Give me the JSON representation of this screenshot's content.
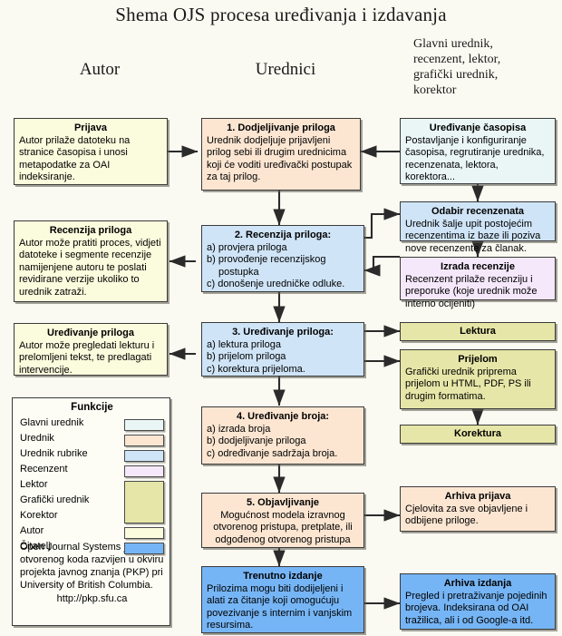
{
  "title": "Shema OJS procesa uređivanja i izdavanja",
  "columns": {
    "left": "Autor",
    "center": "Urednici",
    "right": "Glavni urednik,\nrecenzent, lektor,\ngrafički urednik,\nkorektor"
  },
  "colors": {
    "background": "#fbfaf2",
    "author": "#fbfbdd",
    "editor": "#fce6d2",
    "section_editor": "#cfe4f7",
    "reviewer": "#f5e8fb",
    "layout_team": "#e6e6a8",
    "reader": "#76b5f5",
    "chief_editor": "#eaf6f6",
    "border": "#3a3a3a"
  },
  "boxes": {
    "prijava": {
      "title": "Prijava",
      "body": "Autor prilaže datoteku na stranice časopisa i unosi metapodatke za OAI indeksiranje.",
      "role": "author"
    },
    "recenzija_priloga_autor": {
      "title": "Recenzija priloga",
      "body": "Autor može pratiti proces, vidjeti datoteke i segmente recenzije namijenjene autoru te poslati revidirane verzije ukoliko to urednik zatraži.",
      "role": "author"
    },
    "uredivanje_priloga_autor": {
      "title": "Uređivanje priloga",
      "body": "Autor može pregledati lekturu i prelomljeni tekst, te predlagati intervencije.",
      "role": "author"
    },
    "step1": {
      "title": "1. Dodjeljivanje priloga",
      "body": "Urednik dodjeljuje prijavljeni prilog sebi ili drugim urednicima koji će voditi uređivački postupak za taj prilog.",
      "role": "editor"
    },
    "step2": {
      "title": "2. Recenzija priloga:",
      "items": [
        "a) provjera priloga",
        "b) provođenje recenzijskog     postupka",
        "c) donošenje uredničke odluke."
      ],
      "role": "section_editor"
    },
    "step3": {
      "title": "3. Uređivanje priloga:",
      "items": [
        "a) lektura priloga",
        "b) prijelom priloga",
        "c) korektura prijeloma."
      ],
      "role": "section_editor"
    },
    "step4": {
      "title": "4. Uređivanje broja:",
      "items": [
        "a) izrada broja",
        "b) dodjeljivanje priloga",
        "c) određivanje sadržaja broja."
      ],
      "role": "editor"
    },
    "step5": {
      "title": "5. Objavljivanje",
      "body": "Mogućnost modela izravnog otvorenog pristupa, pretplate, ili odgođenog otvorenog pristupa",
      "role": "editor"
    },
    "trenutno_izdanje": {
      "title": "Trenutno izdanje",
      "body": "Prilozima mogu biti dodijeljeni i alati za čitanje koji omogućuju povezivanje s internim i vanjskim resursima.",
      "role": "reader"
    },
    "uredivanje_casopisa": {
      "title": "Uređivanje časopisa",
      "body": "Postavljanje i konfiguriranje časopisa, regrutiranje urednika, recenzenata, lektora, korektora...",
      "role": "chief_editor"
    },
    "odabir_recenzenata": {
      "title": "Odabir recenzenata",
      "body": "Urednik šalje upit postojećim recenzentima iz baze ili poziva nove recenzente za članak.",
      "role": "section_editor"
    },
    "izrada_recenzije": {
      "title": "Izrada recenzije",
      "body": "Recenzent prilaže recenziju i preporuke (koje urednik može interno ocijeniti)",
      "role": "reviewer"
    },
    "lektura": {
      "title": "Lektura",
      "role": "layout_team"
    },
    "prijelom": {
      "title": "Prijelom",
      "body": "Grafički urednik priprema prijelom u HTML, PDF, PS ili drugim formatima.",
      "role": "layout_team"
    },
    "korektura": {
      "title": "Korektura",
      "role": "layout_team"
    },
    "arhiva_prijava": {
      "title": "Arhiva prijava",
      "body": "Cjelovita za sve objavljene i odbijene priloge.",
      "role": "editor"
    },
    "arhiva_izdanja": {
      "title": "Arhiva izdanja",
      "body": "Pregled i pretraživanje pojedinih brojeva. Indeksirana od OAI tražilica, ali i od Google-a itd.",
      "role": "reader"
    }
  },
  "legend": {
    "title": "Funkcije",
    "rows": [
      {
        "label": "Glavni urednik",
        "color": "#eaf6f6"
      },
      {
        "label": "Urednik",
        "color": "#fce6d2"
      },
      {
        "label": "Urednik rubrike",
        "color": "#cfe4f7"
      },
      {
        "label": "Recenzent",
        "color": "#f5e8fb"
      },
      {
        "label": "Lektor",
        "color": "#e6e6a8"
      },
      {
        "label": "Grafički urednik",
        "color": "#e6e6a8"
      },
      {
        "label": "Korektor",
        "color": "#e6e6a8"
      },
      {
        "label": "Autor",
        "color": "#fbfbdd"
      },
      {
        "label": "Čitatelj",
        "color": "#76b5f5"
      }
    ],
    "note": "Open Journal Systems je sustav otvorenog koda razvijen u okviru projekta javnog znanja (PKP) pri University of British Columbia.",
    "url": "http://pkp.sfu.ca"
  }
}
